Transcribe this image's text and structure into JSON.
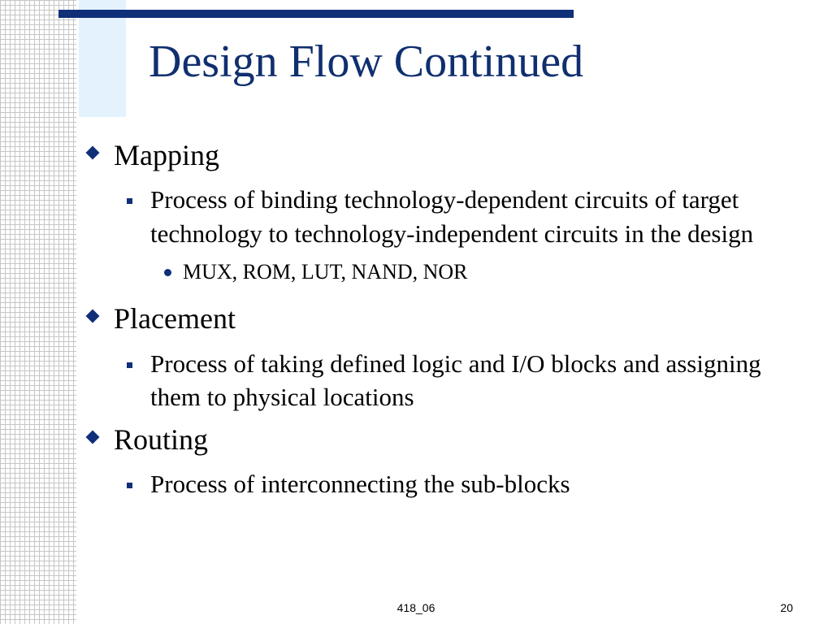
{
  "slide": {
    "title": "Design Flow Continued",
    "sections": [
      {
        "heading": "Mapping",
        "points": [
          "Process of binding technology-dependent circuits of target technology to technology-independent circuits in the design"
        ],
        "subpoints": [
          "MUX, ROM, LUT, NAND, NOR"
        ]
      },
      {
        "heading": "Placement",
        "points": [
          "Process of taking defined logic and I/O blocks and assigning them to physical locations"
        ]
      },
      {
        "heading": "Routing",
        "points": [
          "Process of interconnecting the sub-blocks"
        ]
      }
    ],
    "footer_center": "418_06",
    "footer_right": "20"
  },
  "colors": {
    "title": "#102f6f",
    "accent_bar": "#0f2f79",
    "light_panel": "#e3f2fd",
    "grid_line": "#c6c6c6"
  }
}
